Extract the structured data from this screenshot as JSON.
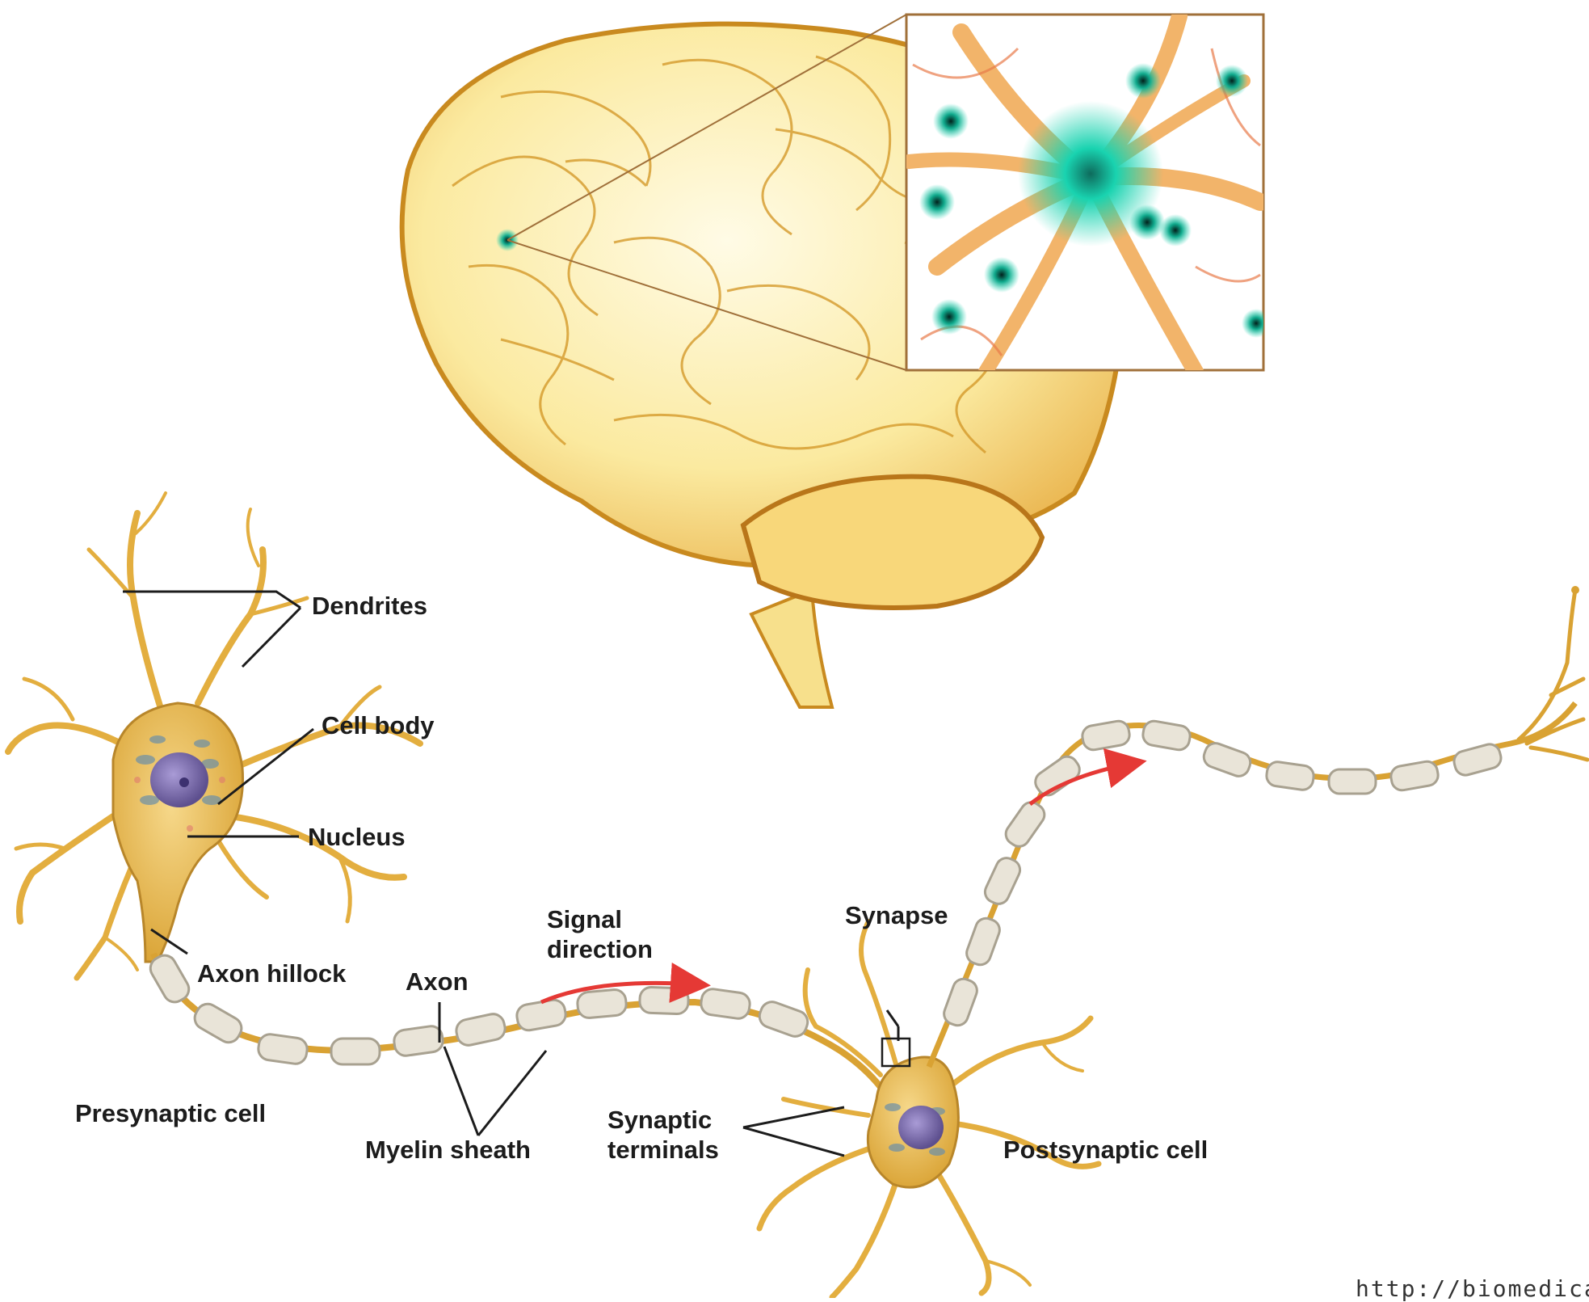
{
  "labels": {
    "dendrites": "Dendrites",
    "cell_body": "Cell body",
    "nucleus": "Nucleus",
    "axon_hillock": "Axon hillock",
    "axon": "Axon",
    "signal_direction_1": "Signal",
    "signal_direction_2": "direction",
    "synapse": "Synapse",
    "synaptic_terminals_1": "Synaptic",
    "synaptic_terminals_2": "terminals",
    "presynaptic_cell": "Presynaptic cell",
    "myelin_sheath": "Myelin sheath",
    "postsynaptic_cell": "Postsynaptic cell"
  },
  "source_text": "http://biomedical",
  "colors": {
    "neuron_fill": "#e8b845",
    "neuron_stroke": "#b8862a",
    "myelin_fill": "#e9e4d8",
    "myelin_stroke": "#a8a190",
    "brain_fill": "#fbeaa0",
    "brain_stroke": "#c98a1f",
    "arrow": "#e53935",
    "label_line": "#1c1c1c",
    "inset_glow": "#19d3b0"
  }
}
